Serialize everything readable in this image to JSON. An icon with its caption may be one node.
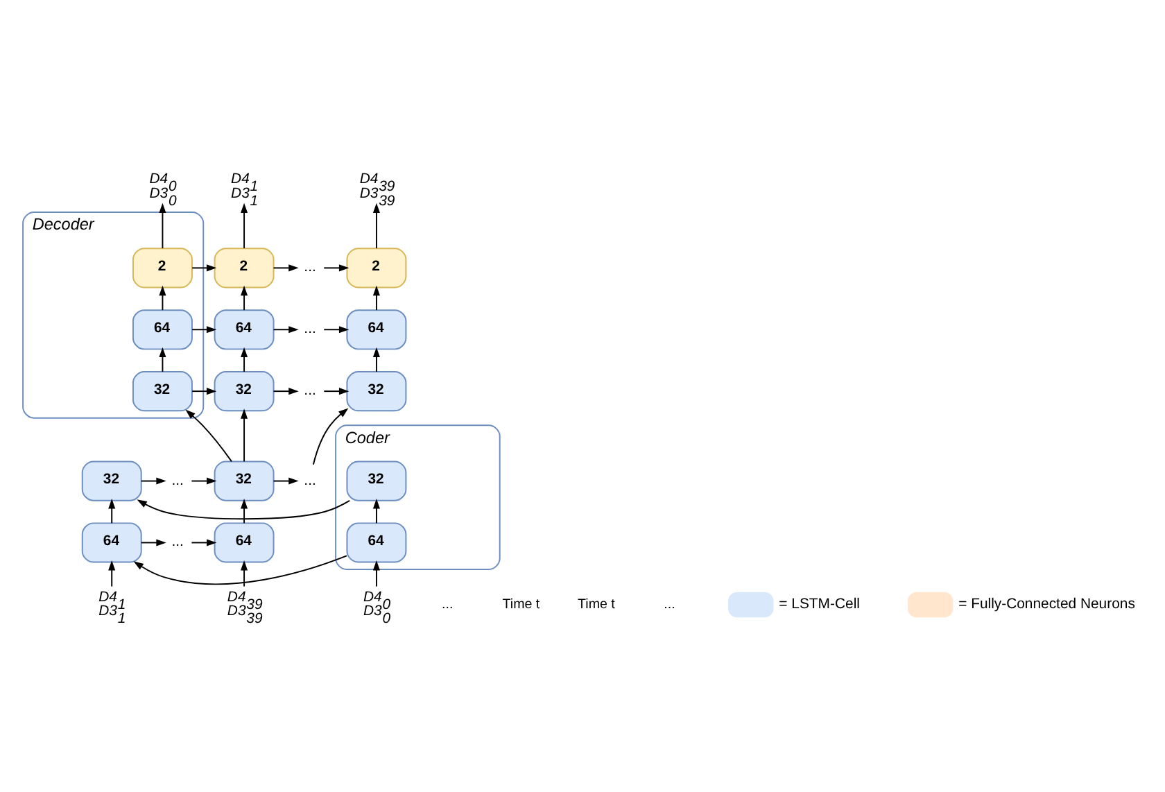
{
  "diagram": {
    "nodes": [
      {
        "text": [
          "D4$_{0}$",
          "D3$_{0}$"
        ]
      },
      {
        "text": [
          "D4$_{1}$",
          "D3$_{1}$"
        ]
      },
      {
        "text": [
          "D4$_{39}$",
          "D3$_{39}$"
        ]
      },
      {
        "text": [
          "Decoder"
        ]
      },
      {
        "text": [
          "2"
        ],
        "in": 3
      },
      {
        "text": [
          "64"
        ],
        "in": 3
      },
      {
        "text": [
          "32"
        ],
        "in": 3
      },
      {
        "text": [
          "2"
        ]
      },
      {
        "text": [
          "64"
        ]
      },
      {
        "text": [
          "32"
        ]
      },
      {
        "text": [
          "..."
        ]
      },
      {
        "text": [
          "..."
        ]
      },
      {
        "text": [
          "..."
        ]
      },
      {
        "text": [
          "2"
        ]
      },
      {
        "text": [
          "64"
        ]
      },
      {
        "text": [
          "32"
        ]
      },
      {
        "text": [
          "..."
        ]
      },
      {
        "text": [
          "Coder"
        ]
      },
      {
        "text": [
          "32"
        ],
        "in": 17
      },
      {
        "text": [
          "64"
        ],
        "in": 17
      },
      {
        "text": [
          "32"
        ]
      },
      {
        "text": [
          "64"
        ]
      },
      {
        "text": [
          "..."
        ]
      },
      {
        "text": [
          "..."
        ]
      },
      {
        "text": [
          "32"
        ]
      },
      {
        "text": [
          "64"
        ]
      },
      {
        "text": [
          "D4$_{0}$",
          "D3$_{0}$"
        ]
      },
      {
        "text": [
          "D4$_{1}$",
          "D3$_{1}$"
        ]
      },
      {
        "text": [
          "D4$_{39}$",
          "D3$_{39}$"
        ]
      }
    ],
    "edges": [
      {
        "from": 26,
        "to": 19,
        "arrow": "to"
      },
      {
        "from": 27,
        "to": 21,
        "arrow": "to"
      },
      {
        "from": 28,
        "to": 25,
        "arrow": "to"
      },
      {
        "from": 19,
        "to": 18,
        "arrow": "to"
      },
      {
        "from": 21,
        "to": 20,
        "arrow": "to"
      },
      {
        "from": 25,
        "to": 24,
        "arrow": "to"
      },
      {
        "from": 19,
        "to": 21,
        "arrow": "to"
      },
      {
        "from": 21,
        "to": 23,
        "arrow": "to"
      },
      {
        "from": 23,
        "to": 25,
        "arrow": "to"
      },
      {
        "from": 18,
        "to": 20,
        "arrow": "to"
      },
      {
        "from": 20,
        "to": 22,
        "arrow": "to"
      },
      {
        "from": 22,
        "to": 24,
        "arrow": "to"
      },
      {
        "from": 24,
        "to": 6,
        "arrow": "to"
      },
      {
        "from": 24,
        "to": 9,
        "arrow": "to"
      },
      {
        "from": 24,
        "to": 16,
        "arrow": "to"
      },
      {
        "from": 16,
        "to": 15,
        "arrow": "to"
      },
      {
        "from": 6,
        "to": 5,
        "arrow": "to"
      },
      {
        "from": 9,
        "to": 8,
        "arrow": "to"
      },
      {
        "from": 15,
        "to": 14,
        "arrow": "to"
      },
      {
        "from": 5,
        "to": 4,
        "arrow": "to"
      },
      {
        "from": 8,
        "to": 7,
        "arrow": "to"
      },
      {
        "from": 14,
        "to": 13,
        "arrow": "to"
      },
      {
        "from": 6,
        "to": 9,
        "arrow": "to"
      },
      {
        "from": 9,
        "to": 12,
        "arrow": "to"
      },
      {
        "from": 12,
        "to": 15,
        "arrow": "to"
      },
      {
        "from": 5,
        "to": 8,
        "arrow": "to"
      },
      {
        "from": 8,
        "to": 11,
        "arrow": "to"
      },
      {
        "from": 11,
        "to": 14,
        "arrow": "to"
      },
      {
        "from": 4,
        "to": 7,
        "arrow": "to"
      },
      {
        "from": 7,
        "to": 10,
        "arrow": "to"
      },
      {
        "from": 10,
        "to": 13,
        "arrow": "to"
      },
      {
        "from": 4,
        "to": 0,
        "arrow": "to"
      },
      {
        "from": 7,
        "to": 1,
        "arrow": "to"
      },
      {
        "from": 13,
        "to": 2,
        "arrow": "to"
      }
    ],
    "labels": [
      "...",
      "Time t",
      "Time t",
      "..."
    ],
    "legend": [
      {
        "text": "= LSTM-Cell",
        "color": "#dae8fc"
      },
      {
        "text": "= Fully-Connected Neurons",
        "color": "#ffe6cc"
      }
    ]
  }
}
